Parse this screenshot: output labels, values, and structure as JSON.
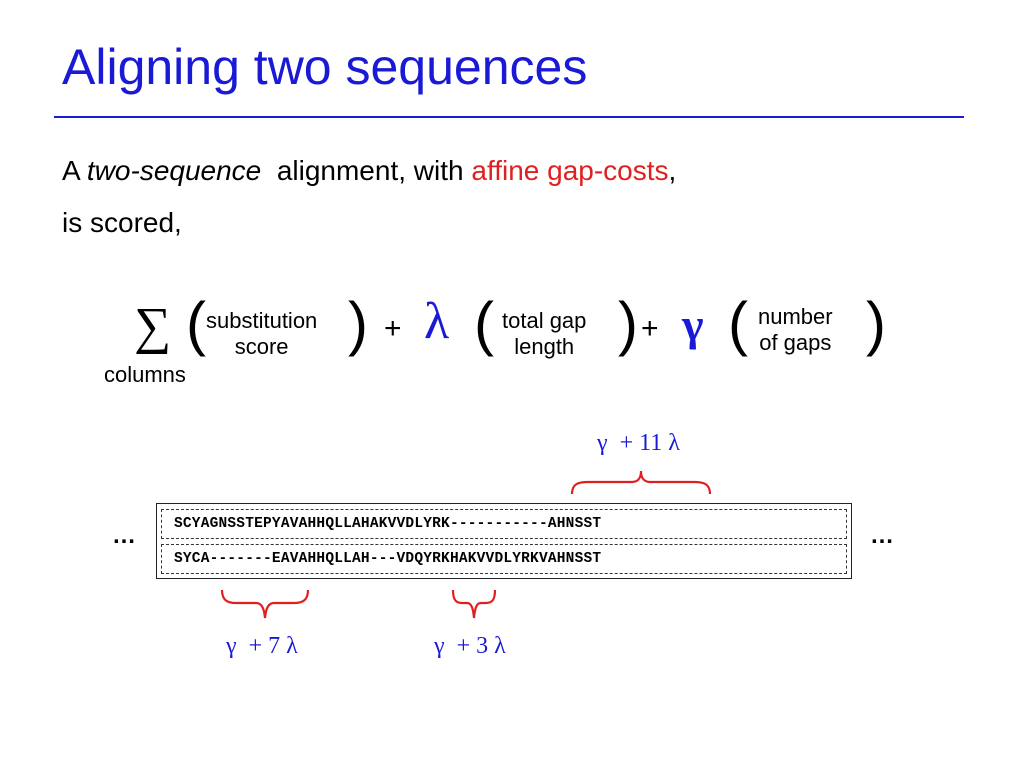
{
  "title": "Aligning two sequences",
  "intro": {
    "part1": "A ",
    "part2": "two-sequence",
    "part3": "  alignment, with ",
    "part4": "affine gap-costs",
    "part5": ",",
    "line2": "is scored,"
  },
  "formula": {
    "sigma": "∑",
    "sum_subscript": "columns",
    "open_paren": "(",
    "close_paren": ")",
    "term1_line1": "substitution",
    "term1_line2": "score",
    "plus": "+",
    "lambda": "λ",
    "term2_line1": "total gap",
    "term2_line2": "length",
    "gamma": "γ",
    "term3_line1": "number",
    "term3_line2": "of gaps"
  },
  "annotations": {
    "top": "γ  + 11 λ",
    "bottom_left": "γ  + 7 λ",
    "bottom_mid": "γ  + 3 λ"
  },
  "alignment": {
    "ellipsis": "…",
    "seq1": "SCYAGNSSTEPYAVAHHQLLAHAKVVDLYRK-----------AHNSST",
    "seq2": "SYCA-------EAVAHHQLLAH---VDQYRKHAKVVDLYRKVAHNSST"
  },
  "colors": {
    "title_blue": "#1a1ad6",
    "highlight_red": "#e02020",
    "brace_red": "#e02020"
  }
}
